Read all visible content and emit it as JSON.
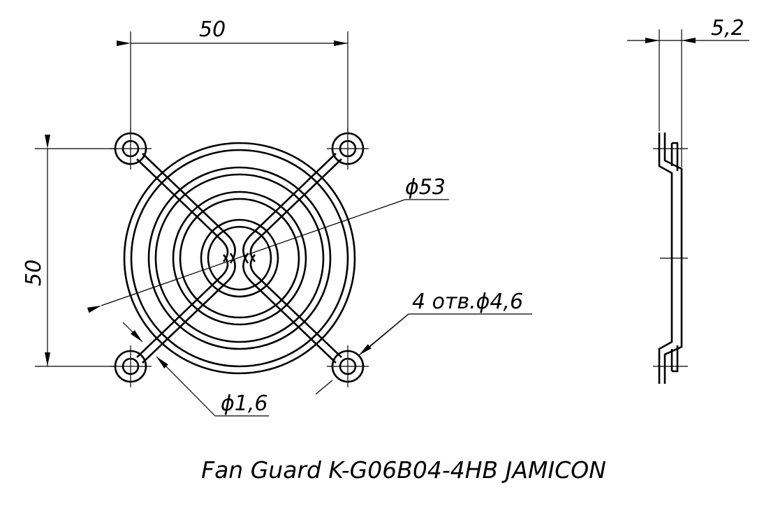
{
  "dimensions": {
    "width_top": "50",
    "height_left": "50",
    "depth_side": "5,2",
    "outer_diameter": "ϕ53",
    "holes": "4 отв.ϕ4,6",
    "wire_diameter": "ϕ1,6"
  },
  "caption": "Fan Guard K-G06B04-4HB JAMICON",
  "colors": {
    "ink": "#000000",
    "paper": "#ffffff"
  }
}
